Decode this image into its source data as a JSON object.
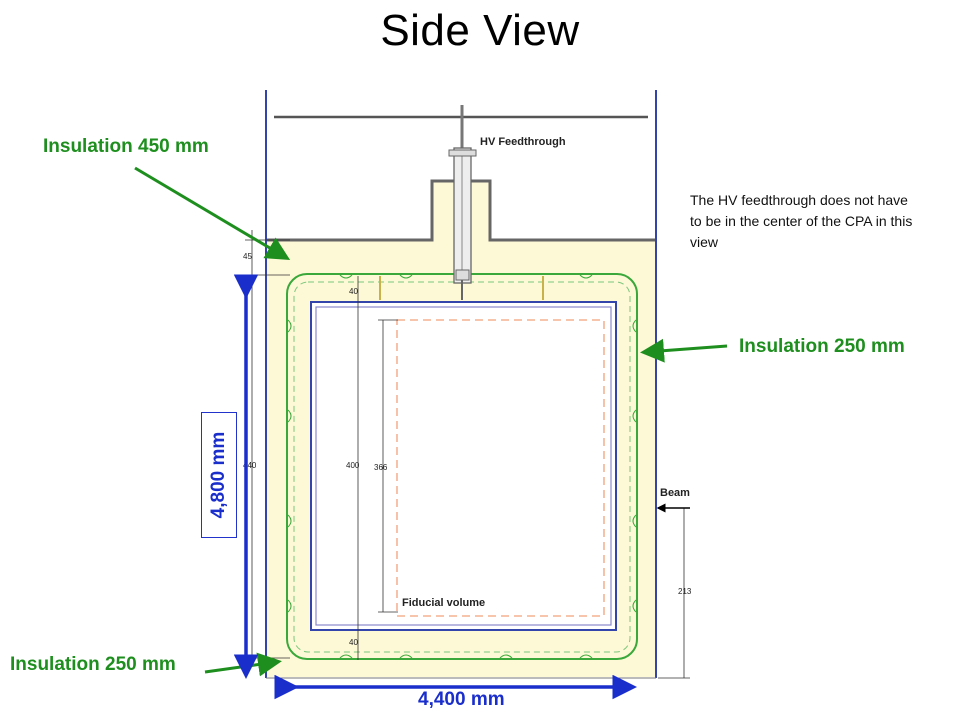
{
  "title": "Side View",
  "callouts": {
    "top_left": "Insulation 450 mm",
    "right": "Insulation 250 mm",
    "bottom_left": "Insulation 250 mm"
  },
  "note": "The HV feedthrough does not have to be in the center of the CPA in this view",
  "dimensions": {
    "height": "4,800 mm",
    "width": "4,400 mm"
  },
  "drawing_labels": {
    "feedthrough": "HV Feedthrough",
    "fiducial": "Fiducial volume",
    "beam": "Beam",
    "d45": "45",
    "d40_top": "40",
    "d40_bottom": "40",
    "d440": "440",
    "d400": "400",
    "d366": "366",
    "d213": "213"
  },
  "colors": {
    "insulation_fill": "#fdf8d6",
    "green": "#1e8f1e",
    "blue": "#1a2ecc"
  }
}
